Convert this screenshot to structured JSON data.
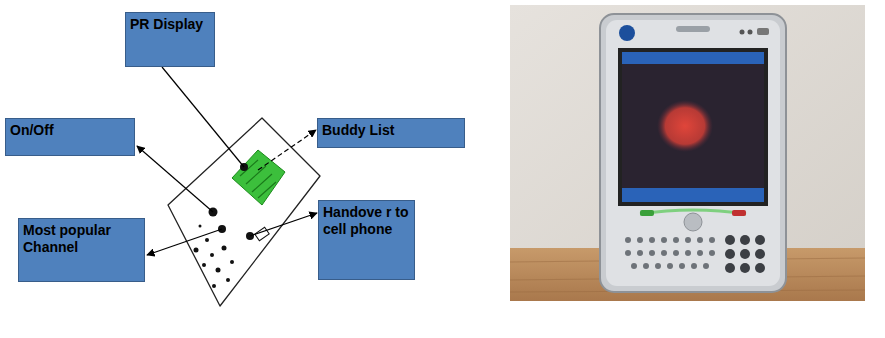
{
  "diagram": {
    "nodes": [
      {
        "text": [
          "PR Display"
        ]
      },
      {
        "text": [
          "On/Off"
        ]
      },
      {
        "text": [
          "Buddy List"
        ]
      },
      {
        "text": [
          "Most popular Channel"
        ]
      },
      {
        "text": [
          "Handove r to cell phone"
        ]
      }
    ]
  }
}
